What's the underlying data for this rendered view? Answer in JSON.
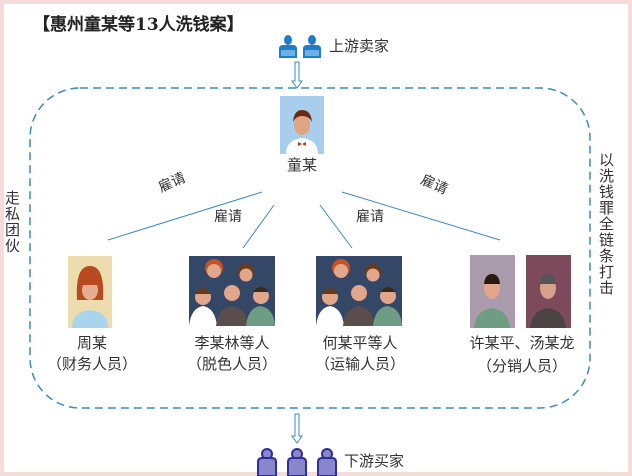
{
  "title": "【惠州童某等13人洗钱案】",
  "upstream_label": "上游卖家",
  "downstream_label": "下游买家",
  "center": {
    "name": "童某"
  },
  "hire_label": "雇请",
  "group_left_label": "走私团伙",
  "group_right_label": "以洗钱罪全链条打击",
  "members": [
    {
      "name": "周某",
      "role": "（财务人员）"
    },
    {
      "name": "李某林等人",
      "role": "（脱色人员）"
    },
    {
      "name": "何某平等人",
      "role": "（运输人员）"
    },
    {
      "name": "许某平、汤某龙",
      "role": "（分销人员）"
    }
  ],
  "colors": {
    "line": "#3b8ac4",
    "upstream_icon": "#1f7cc8",
    "downstream_icon": "#8a86cc",
    "downstream_outline": "#2b2f9a",
    "frame": "#f6dcd8"
  }
}
